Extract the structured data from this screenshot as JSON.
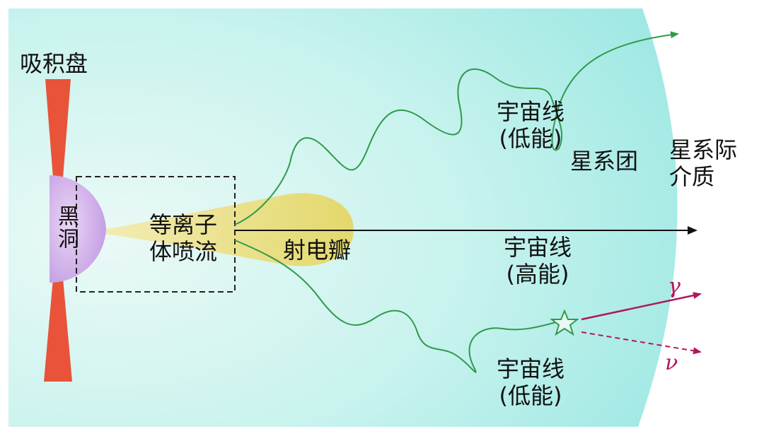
{
  "labels": {
    "accretion_disk": "吸积盘",
    "black_hole": "黑洞",
    "plasma_jet_line1": "等离子",
    "plasma_jet_line2": "体喷流",
    "radio_lobe": "射电瓣",
    "cosmic_ray_low_top_line1": "宇宙线",
    "cosmic_ray_low_top_line2": "(低能)",
    "cosmic_ray_high_line1": "宇宙线",
    "cosmic_ray_high_line2": "(高能)",
    "cosmic_ray_low_bottom_line1": "宇宙线",
    "cosmic_ray_low_bottom_line2": "(低能)",
    "galaxy_cluster": "星系团",
    "intergalactic_medium_line1": "星系际",
    "intergalactic_medium_line2": "介质",
    "gamma": "γ",
    "nu": "ν"
  },
  "colors": {
    "background_region": "#c3f2ec",
    "accretion_disk": "#e8533a",
    "black_hole": "#c9a2e6",
    "jet_lobe": "#e9df7e",
    "cosmic_ray_low": "#2f9a4c",
    "cosmic_ray_high": "#111111",
    "gamma_neutrino": "#b0175d"
  }
}
